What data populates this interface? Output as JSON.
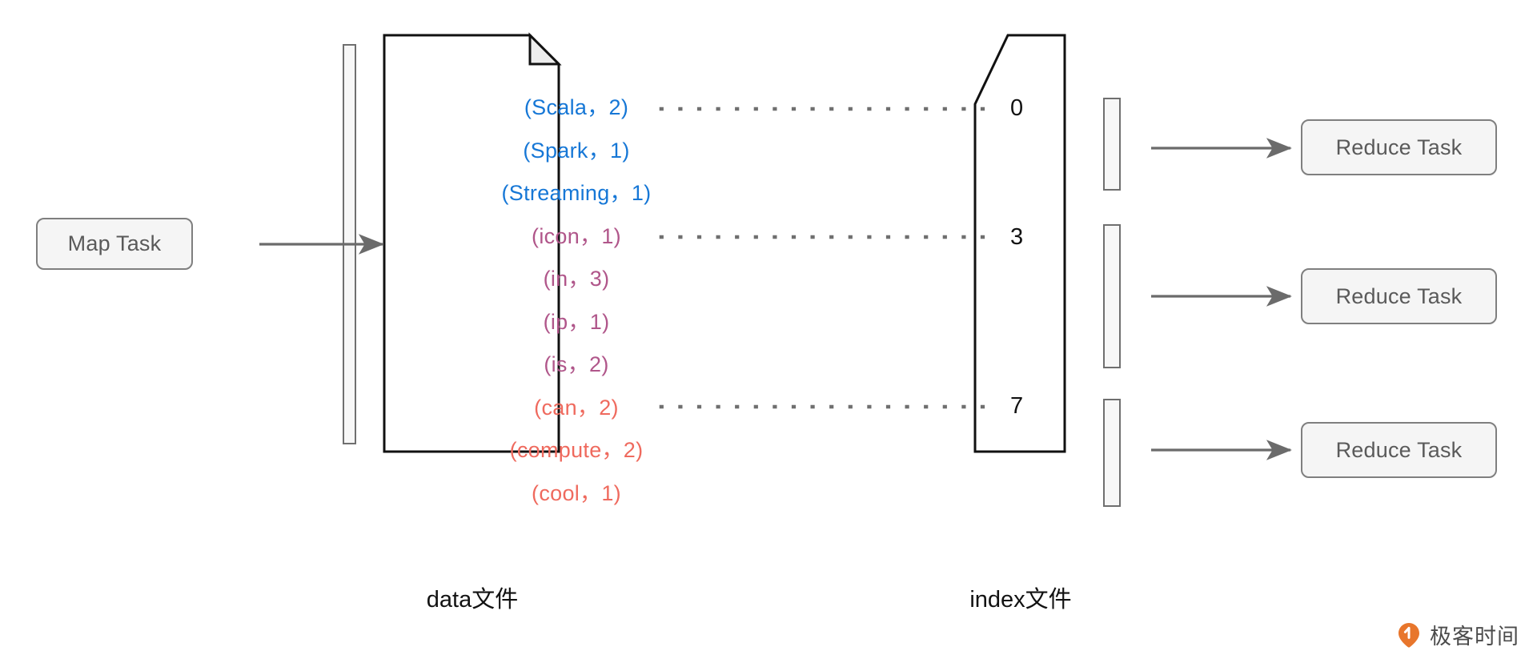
{
  "diagram": {
    "title": "Spark Shuffle data and index file layout",
    "colors": {
      "blue": "#1677d6",
      "purple": "#b0568a",
      "red": "#ef6a5e",
      "box_border": "#7f7f7f",
      "box_fill": "#f5f5f5",
      "arrow": "#6b6b6b",
      "file_outline": "#111111",
      "watermark_orange": "#e8762c"
    },
    "map_task": {
      "label": "Map Task"
    },
    "data_file": {
      "caption": "data文件",
      "entries": [
        {
          "text": "(Scala，2)",
          "group": "blue"
        },
        {
          "text": "(Spark，1)",
          "group": "blue"
        },
        {
          "text": "(Streaming，1)",
          "group": "blue"
        },
        {
          "text": "(icon，1)",
          "group": "purple"
        },
        {
          "text": "(in，3)",
          "group": "purple"
        },
        {
          "text": "(ip，1)",
          "group": "purple"
        },
        {
          "text": "(is，2)",
          "group": "purple"
        },
        {
          "text": "(can，2)",
          "group": "red"
        },
        {
          "text": "(compute，2)",
          "group": "red"
        },
        {
          "text": "(cool，1)",
          "group": "red"
        }
      ]
    },
    "index_file": {
      "caption": "index文件",
      "offsets": [
        "0",
        "3",
        "7"
      ]
    },
    "reduce_tasks": [
      {
        "label": "Reduce Task"
      },
      {
        "label": "Reduce Task"
      },
      {
        "label": "Reduce Task"
      }
    ],
    "watermark": {
      "text": "极客时间",
      "icon": "location-pin-icon"
    }
  }
}
